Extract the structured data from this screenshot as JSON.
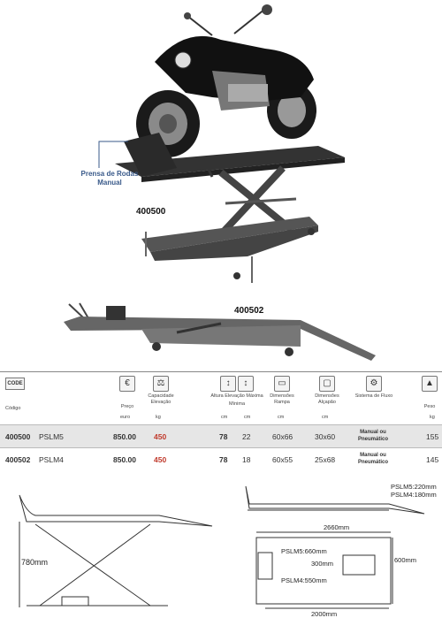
{
  "products": {
    "top_code": "400500",
    "bottom_code": "400502",
    "prensa_label": "Prensa de Rodas Manual"
  },
  "table": {
    "header": {
      "code_box": "CODE",
      "code": "Código",
      "price": "Preço",
      "capacity": "Capacidade Elevação",
      "height_max": "Altura Elevação Máxima",
      "height_min": "Mínima",
      "ramp": "Dimensões Rampa",
      "plate": "Dimensões Alçapão",
      "flow": "Sistema de Fluxo",
      "weight": "Peso"
    },
    "units": {
      "price": "euro",
      "capacity": "kg",
      "height_max": "cm",
      "height_min": "cm",
      "ramp": "cm",
      "plate": "cm",
      "weight": "kg"
    },
    "icons": {
      "euro": "€",
      "capacity": "⚖",
      "height": "↕",
      "gear": "⚙"
    },
    "rows": [
      {
        "code": "400500",
        "model": "PSLM5",
        "price": "850.00",
        "capacity": "450",
        "hmax": "78",
        "hmin": "22",
        "ramp": "60x66",
        "plate": "30x60",
        "flow": "Manual ou Pneumático",
        "weight": "155"
      },
      {
        "code": "400502",
        "model": "PSLM4",
        "price": "850.00",
        "capacity": "450",
        "hmax": "78",
        "hmin": "18",
        "ramp": "60x55",
        "plate": "25x68",
        "flow": "Manual ou Pneumático",
        "weight": "145"
      }
    ]
  },
  "dimensions": {
    "height": "780mm",
    "pslm5_ramp": "PSLM5:220mm",
    "pslm4_ramp": "PSLM4:180mm",
    "total_length": "2660mm",
    "pslm5_plate": "PSLM5:660mm",
    "plate_width": "300mm",
    "width": "600mm",
    "pslm4_plate": "PSLM4:550mm",
    "base_length": "2000mm"
  }
}
